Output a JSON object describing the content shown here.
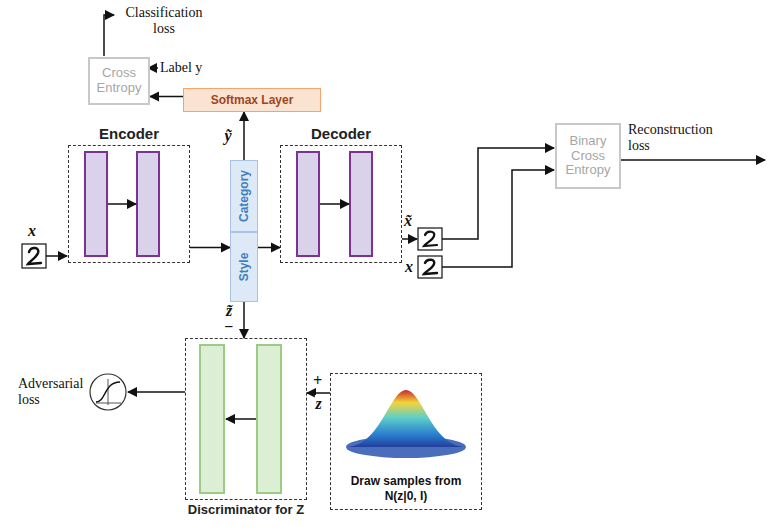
{
  "diagram": {
    "nodes": [
      {
        "text": [
          "Cross Entropy"
        ]
      },
      {
        "text": [
          "Softmax Layer"
        ]
      },
      {
        "text": [
          "Encoder"
        ]
      },
      {
        "text": [
          "Category"
        ]
      },
      {
        "text": [
          "Style"
        ]
      },
      {
        "text": [
          "Decoder"
        ]
      },
      {
        "text": [
          "Binary Cross Entropy"
        ]
      },
      {
        "text": [
          "Discriminator for Z"
        ]
      },
      {
        "text": [
          "Draw samples from N(z|0, I)"
        ]
      }
    ],
    "edges": [
      {
        "from": 1,
        "to": 0,
        "arrow": "to"
      },
      {
        "from": 3,
        "to": 1,
        "label": "ỹ",
        "arrow": "to"
      },
      {
        "from": 2,
        "to": 4,
        "arrow": "to"
      },
      {
        "from": 4,
        "to": 5,
        "arrow": "to"
      },
      {
        "from": 4,
        "to": 7,
        "label": "z̃",
        "arrow": "to"
      },
      {
        "from": 8,
        "to": 7,
        "label": "z",
        "arrow": "to"
      }
    ],
    "labels": [
      "Classification loss",
      "Label y",
      "x",
      "x̃",
      "x",
      "Reconstruction loss",
      "−",
      "+",
      "Adversarial loss"
    ]
  }
}
